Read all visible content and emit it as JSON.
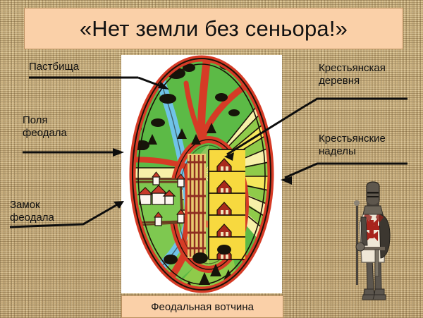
{
  "slide": {
    "title": "«Нет земли без сеньора!»",
    "caption": "Феодальная вотчина",
    "background_color": "#cdb383",
    "plaque_color": "#fad0a8",
    "panel_color": "#ffffff"
  },
  "annotations": [
    {
      "id": "pastures",
      "label": "Пастбища",
      "side": "left"
    },
    {
      "id": "lord_fields",
      "label": "Поля\nфеодала",
      "side": "left"
    },
    {
      "id": "castle",
      "label": "Замок\nфеодала",
      "side": "left"
    },
    {
      "id": "village",
      "label": "Крестьянская\nдеревня",
      "side": "right"
    },
    {
      "id": "allotments",
      "label": "Крестьянские\nнаделы",
      "side": "right"
    }
  ],
  "diagram": {
    "name": "feudal-manor-map",
    "colors": {
      "road": "#d63b26",
      "pasture": "#5cba46",
      "field_green": "#8fcb4a",
      "field_yellow": "#f5e85c",
      "field_pale": "#f7f0a8",
      "river": "#6fc3e8",
      "village_plot": "#f7d93f",
      "plow_strip": "#8f2d20",
      "outline": "#1a1208",
      "roof": "#c83a2a",
      "wall": "#fdf6ee"
    },
    "features": {
      "village_houses": 5,
      "radiating_field_strips": 11,
      "left_field_strips": 4
    }
  },
  "knight": {
    "name": "knight-figure",
    "surcoat_color": "#efe7d6",
    "cross_color": "#a8241c",
    "armor_color": "#5c564e"
  }
}
